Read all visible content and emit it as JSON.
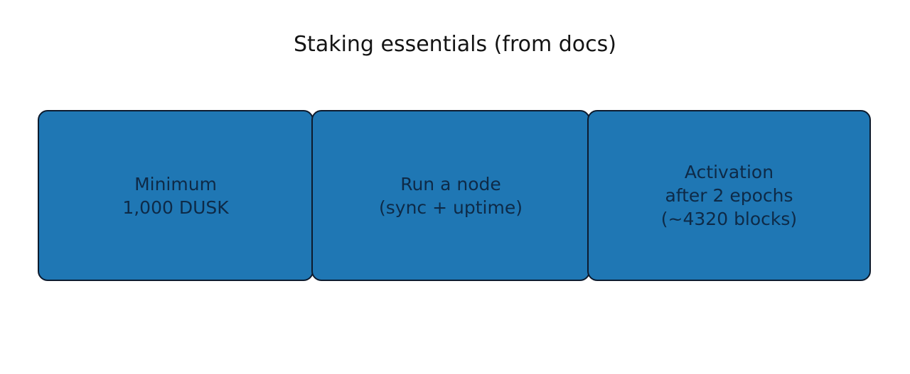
{
  "title": "Staking essentials (from docs)",
  "colors": {
    "background": "#ffffff",
    "title_text": "#141414",
    "box_fill": "#1f77b4",
    "box_border": "#0d1b2e",
    "box_text": "#0e2a47"
  },
  "boxes": [
    {
      "id": "minimum-stake",
      "text": "Minimum\n1,000 DUSK"
    },
    {
      "id": "run-node",
      "text": "Run a node\n(sync + uptime)"
    },
    {
      "id": "activation",
      "text": "Activation\nafter 2 epochs\n(~4320 blocks)"
    }
  ]
}
